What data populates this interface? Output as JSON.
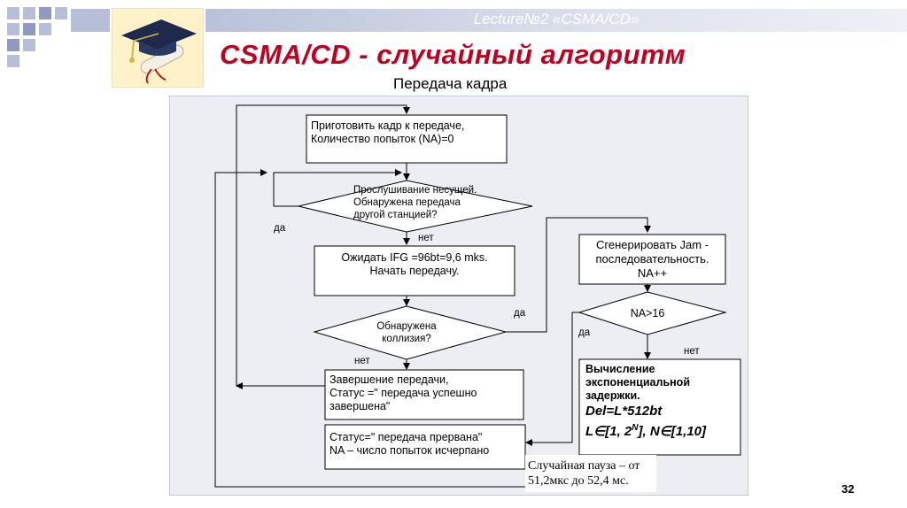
{
  "header": {
    "lecture_title": "Lecture№2 «CSMA/CD»",
    "main_title": "CSMA/CD  - случайный алгоритм",
    "subtitle": "Передача кадра"
  },
  "flowchart": {
    "prepare": [
      "Приготовить кадр к передаче,",
      "Количество попыток (NA)=0"
    ],
    "listen": [
      "Прослушивание несущей.",
      "Обнаружена передача",
      "другой станцией?"
    ],
    "wait": [
      "Ожидать IFG =96bt=9,6 mks.",
      "Начать передачу."
    ],
    "collision": [
      "Обнаружена",
      "коллизия?"
    ],
    "done": [
      "Завершение передачи,",
      "Статус =\" передача успешно",
      "завершена\""
    ],
    "abort": [
      "Статус=\" передача прервана\"",
      "NA – число попыток исчерпано"
    ],
    "jam": [
      "Сгенерировать Jam -",
      "последовательность.",
      "NA++"
    ],
    "na_check": "NA>16",
    "backoff": [
      "Вычисление",
      "экспоненциальной",
      "задержки."
    ],
    "formula_1": "Del=L*512bt",
    "formula_2_parts": [
      "L",
      "∈",
      "[1, 2",
      "N",
      "], N",
      "∈",
      "[1,10]"
    ],
    "note": [
      "Случайная пауза – от",
      "51,2мкс до 52,4 мс."
    ],
    "labels": {
      "yes": "да",
      "no": "нет"
    }
  },
  "page_number": "32"
}
